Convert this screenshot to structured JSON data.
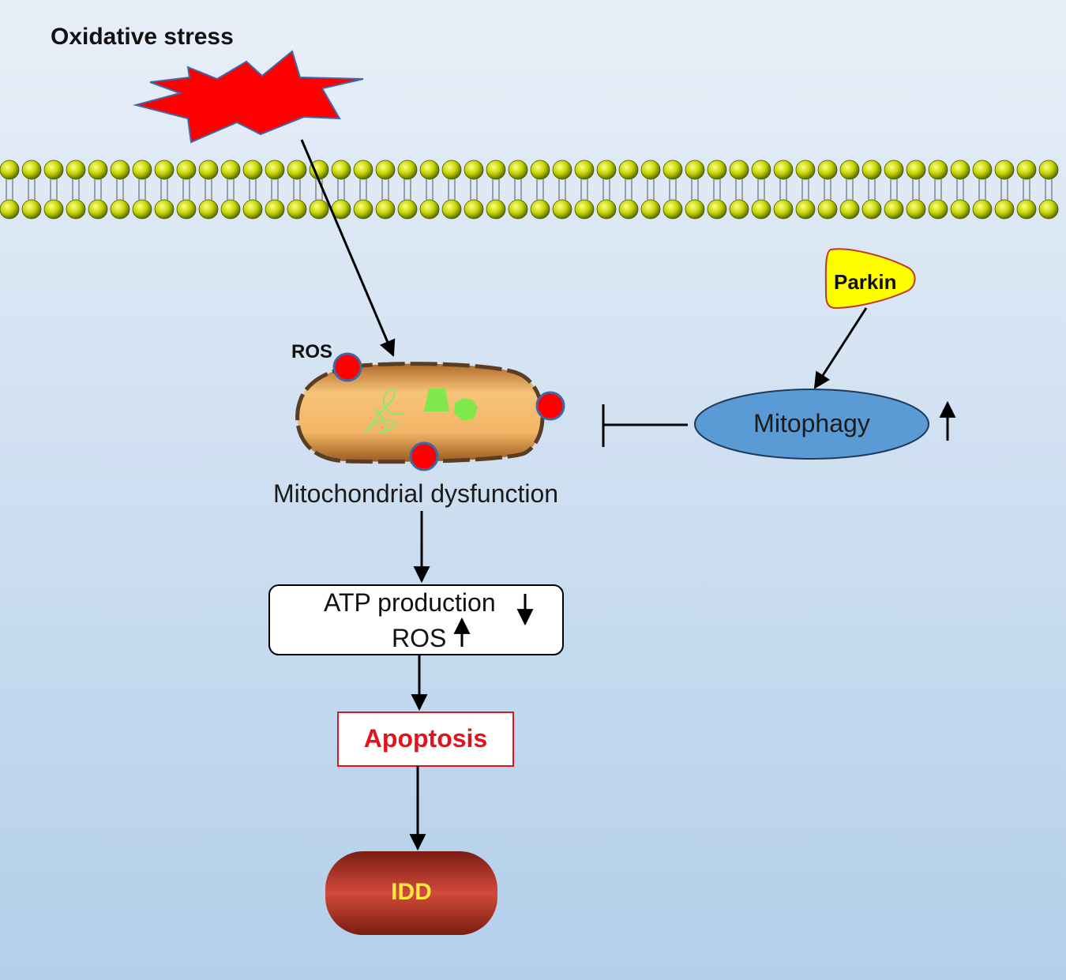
{
  "labels": {
    "oxidative_stress": "Oxidative stress",
    "ros_marker": "ROS",
    "parkin": "Parkin",
    "mitophagy": "Mitophagy",
    "mito_dysfunction": "Mitochondrial dysfunction",
    "atp_production": "ATP production",
    "ros": "ROS",
    "apoptosis": "Apoptosis",
    "idd": "IDD"
  },
  "colors": {
    "background_top": "#e9eff8",
    "background_bottom": "#b3cfea",
    "burst": "#ff0000",
    "lipid_head": "#c8d400",
    "ros_dot": "#ff0000",
    "parkin_fill": "#ffff00",
    "mitophagy_fill": "#5b9bd5",
    "apoptosis_text": "#e0141a",
    "idd_fill": "#c0392b",
    "idd_text": "#ffeb3b"
  },
  "indicators": {
    "atp_production": "down",
    "ros": "up",
    "mitophagy": "up"
  }
}
